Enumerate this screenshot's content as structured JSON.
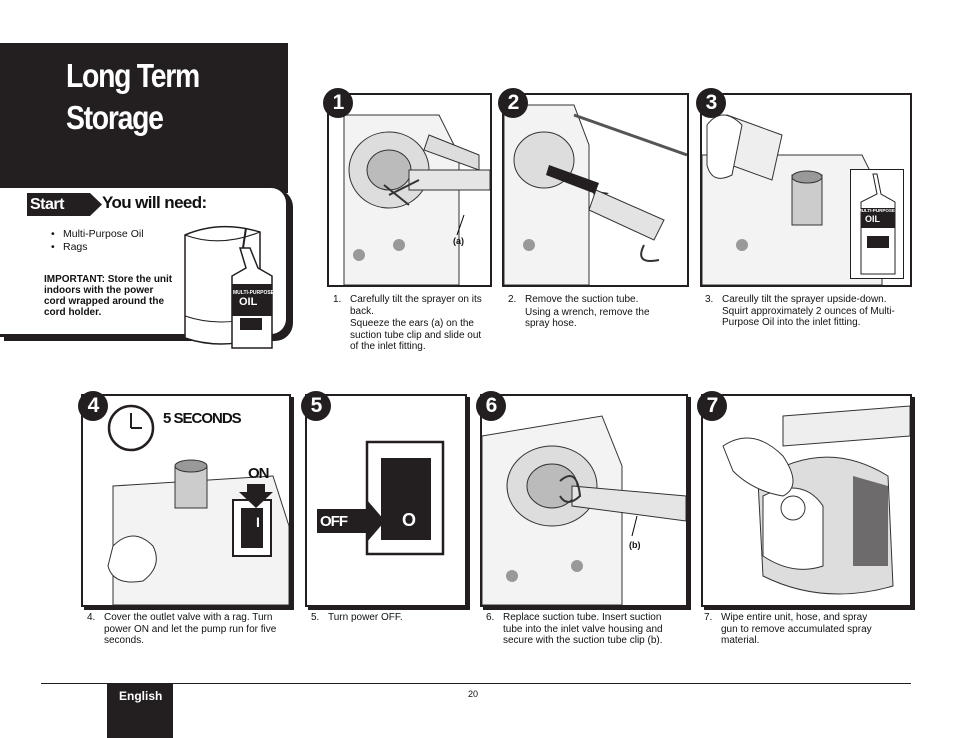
{
  "page": {
    "title_line1": "Long Term",
    "title_line2": "Storage",
    "language": "English",
    "page_number": "20"
  },
  "need": {
    "start_label": "Start",
    "heading": "You will need:",
    "items": [
      "Multi-Purpose Oil",
      "Rags"
    ],
    "important": "IMPORTANT:  Store the unit indoors with the power cord wrapped around the cord holder.",
    "oil_label_small": "MULTI-PURPOSE",
    "oil_label_big": "OIL"
  },
  "steps": [
    {
      "badge": "1",
      "callout": "(a)",
      "num": "1.",
      "text": "Carefully tilt the sprayer on its back.",
      "text2": "Squeeze the ears (a) on the suction tube clip and slide out of the inlet fitting."
    },
    {
      "badge": "2",
      "num": "2.",
      "text": "Remove the suction tube.",
      "text2": "Using a wrench, remove the spray hose."
    },
    {
      "badge": "3",
      "num": "3.",
      "text": "Careully tilt the sprayer upside-down. Squirt approximately 2 ounces of Multi-Purpose Oil into the inlet fitting.",
      "oil_small": "MULTI-PURPOSE",
      "oil_big": "OIL"
    },
    {
      "badge": "4",
      "timer_label": "5 SECONDS",
      "switch_label": "ON",
      "switch_symbol": "I",
      "num": "4.",
      "text": "Cover the outlet valve with a rag. Turn power ON and let the pump run for five seconds."
    },
    {
      "badge": "5",
      "switch_label": "OFF",
      "switch_symbol": "O",
      "num": "5.",
      "text": "Turn power OFF."
    },
    {
      "badge": "6",
      "callout": "(b)",
      "num": "6.",
      "text": "Replace suction tube.  Insert suction tube into the inlet valve housing and secure with the suction tube clip (b)."
    },
    {
      "badge": "7",
      "num": "7.",
      "text": "Wipe entire unit, hose, and spray gun to remove accumulated spray material."
    }
  ]
}
